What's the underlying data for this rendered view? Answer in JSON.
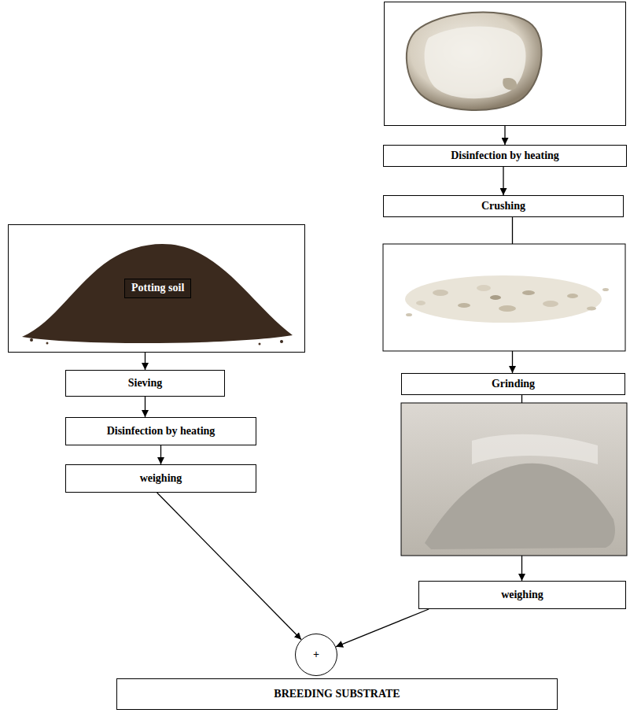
{
  "diagram": {
    "nodes": [
      {
        "text": [
          "Oyter shell"
        ]
      },
      {
        "text": [
          "Disinfection by heating"
        ]
      },
      {
        "text": [
          "Crushing"
        ]
      },
      {
        "text": [
          "Grinding"
        ]
      },
      {
        "text": [
          "weighing"
        ]
      },
      {
        "text": [
          "Potting soil"
        ]
      },
      {
        "text": [
          "Sieving"
        ]
      },
      {
        "text": [
          "Disinfection by heating"
        ]
      },
      {
        "text": [
          "weighing"
        ]
      },
      {
        "text": [
          "+"
        ]
      },
      {
        "text": [
          "BREEDING SUBSTRATE"
        ]
      }
    ],
    "edges": [
      {
        "from": 0,
        "to": 1,
        "arrow": "to"
      },
      {
        "from": 1,
        "to": 2,
        "arrow": "to"
      },
      {
        "from": 2,
        "to": 3,
        "arrow": "to"
      },
      {
        "from": 3,
        "to": 4,
        "arrow": "to"
      },
      {
        "from": 5,
        "to": 6,
        "arrow": "to"
      },
      {
        "from": 6,
        "to": 7,
        "arrow": "to"
      },
      {
        "from": 7,
        "to": 8,
        "arrow": "to"
      },
      {
        "from": 8,
        "to": 9,
        "arrow": "to"
      },
      {
        "from": 4,
        "to": 9,
        "arrow": "to"
      }
    ]
  }
}
